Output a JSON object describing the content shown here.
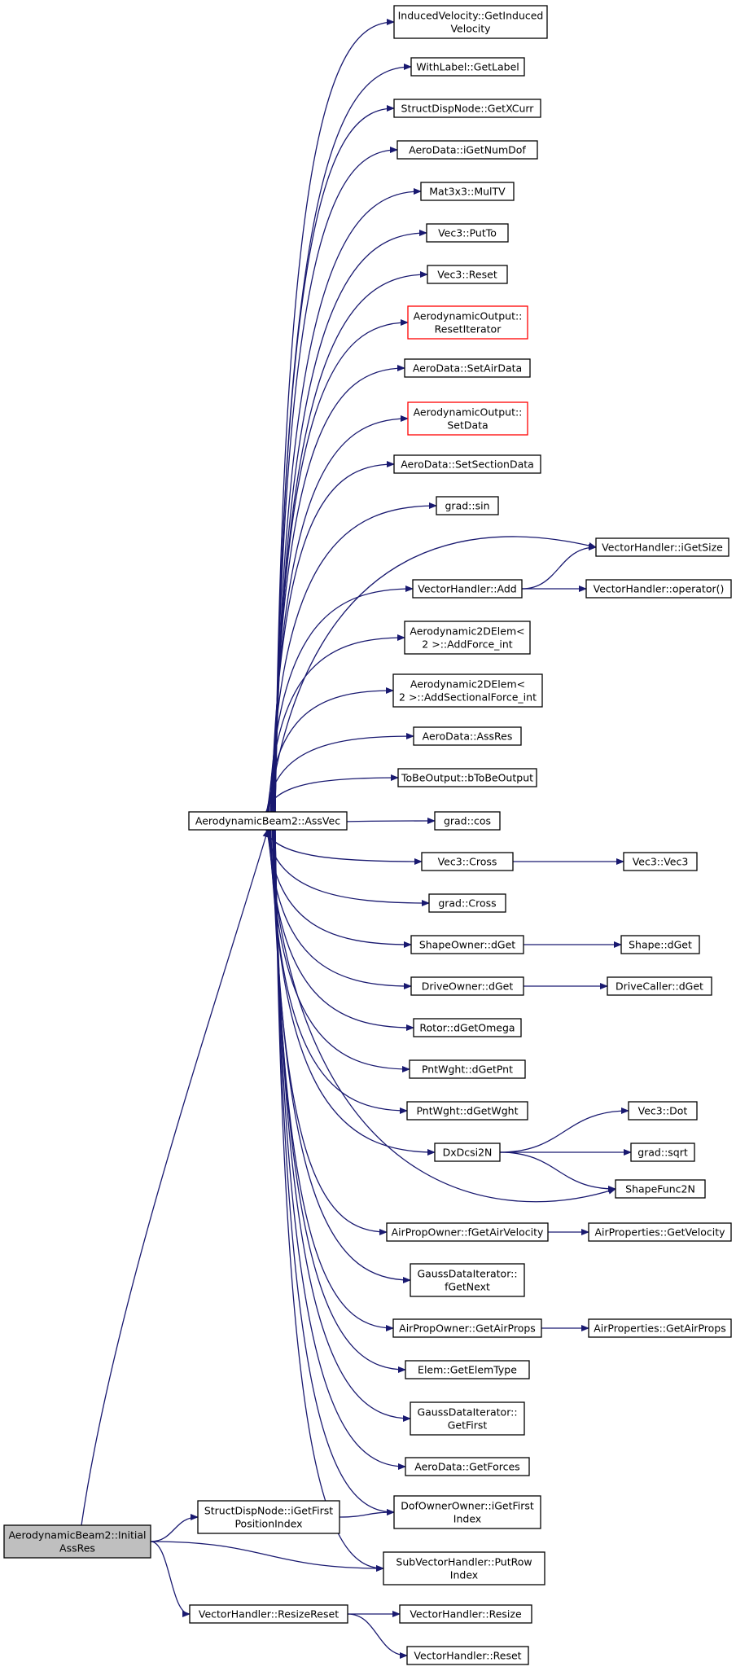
{
  "colors": {
    "edge": "#191970",
    "node_border": "#000000",
    "node_border_undocumented": "#ff0000",
    "node_fill": "#ffffff",
    "root_fill": "#bfbfbf"
  },
  "nodes": [
    {
      "id": "root",
      "lines": [
        "AerodynamicBeam2::Initial",
        "AssRes"
      ],
      "root": true
    },
    {
      "id": "assvec",
      "lines": [
        "AerodynamicBeam2::AssVec"
      ]
    },
    {
      "id": "istructfirst",
      "lines": [
        "StructDispNode::iGetFirst",
        "PositionIndex"
      ]
    },
    {
      "id": "resizereset",
      "lines": [
        "VectorHandler::ResizeReset"
      ]
    },
    {
      "id": "putrowindex",
      "lines": [
        "SubVectorHandler::PutRow",
        "Index"
      ]
    },
    {
      "id": "dofowner",
      "lines": [
        "DofOwnerOwner::iGetFirst",
        "Index"
      ]
    },
    {
      "id": "vh_resize",
      "lines": [
        "VectorHandler::Resize"
      ]
    },
    {
      "id": "vh_reset",
      "lines": [
        "VectorHandler::Reset"
      ]
    },
    {
      "id": "induced",
      "lines": [
        "InducedVelocity::GetInduced",
        "Velocity"
      ]
    },
    {
      "id": "getlabel",
      "lines": [
        "WithLabel::GetLabel"
      ]
    },
    {
      "id": "getxcurr",
      "lines": [
        "StructDispNode::GetXCurr"
      ]
    },
    {
      "id": "inumdof",
      "lines": [
        "AeroData::iGetNumDof"
      ]
    },
    {
      "id": "multv",
      "lines": [
        "Mat3x3::MulTV"
      ]
    },
    {
      "id": "putto",
      "lines": [
        "Vec3::PutTo"
      ]
    },
    {
      "id": "v3reset",
      "lines": [
        "Vec3::Reset"
      ]
    },
    {
      "id": "resetiter",
      "lines": [
        "AerodynamicOutput::",
        "ResetIterator"
      ],
      "undocumented": true
    },
    {
      "id": "setairdata",
      "lines": [
        "AeroData::SetAirData"
      ]
    },
    {
      "id": "setdata",
      "lines": [
        "AerodynamicOutput::",
        "SetData"
      ],
      "undocumented": true
    },
    {
      "id": "setsection",
      "lines": [
        "AeroData::SetSectionData"
      ]
    },
    {
      "id": "gradsin",
      "lines": [
        "grad::sin"
      ]
    },
    {
      "id": "igetsize",
      "lines": [
        "VectorHandler::iGetSize"
      ]
    },
    {
      "id": "vh_add",
      "lines": [
        "VectorHandler::Add"
      ]
    },
    {
      "id": "vh_op",
      "lines": [
        "VectorHandler::operator()"
      ]
    },
    {
      "id": "addforce",
      "lines": [
        "Aerodynamic2DElem<",
        "2 >::AddForce_int"
      ]
    },
    {
      "id": "addsectional",
      "lines": [
        "Aerodynamic2DElem<",
        "2 >::AddSectionalForce_int"
      ]
    },
    {
      "id": "assres",
      "lines": [
        "AeroData::AssRes"
      ]
    },
    {
      "id": "btobe",
      "lines": [
        "ToBeOutput::bToBeOutput"
      ]
    },
    {
      "id": "gradcos",
      "lines": [
        "grad::cos"
      ]
    },
    {
      "id": "v3cross",
      "lines": [
        "Vec3::Cross"
      ]
    },
    {
      "id": "v3v3",
      "lines": [
        "Vec3::Vec3"
      ]
    },
    {
      "id": "gradcross",
      "lines": [
        "grad::Cross"
      ]
    },
    {
      "id": "shapeowner",
      "lines": [
        "ShapeOwner::dGet"
      ]
    },
    {
      "id": "shapedget",
      "lines": [
        "Shape::dGet"
      ]
    },
    {
      "id": "driveowner",
      "lines": [
        "DriveOwner::dGet"
      ]
    },
    {
      "id": "drivecaller",
      "lines": [
        "DriveCaller::dGet"
      ]
    },
    {
      "id": "rotoromega",
      "lines": [
        "Rotor::dGetOmega"
      ]
    },
    {
      "id": "pntwght_pnt",
      "lines": [
        "PntWght::dGetPnt"
      ]
    },
    {
      "id": "pntwght_wght",
      "lines": [
        "PntWght::dGetWght"
      ]
    },
    {
      "id": "dxdcsi",
      "lines": [
        "DxDcsi2N"
      ]
    },
    {
      "id": "v3dot",
      "lines": [
        "Vec3::Dot"
      ]
    },
    {
      "id": "gradsqrt",
      "lines": [
        "grad::sqrt"
      ]
    },
    {
      "id": "shapefunc",
      "lines": [
        "ShapeFunc2N"
      ]
    },
    {
      "id": "fgetairvel",
      "lines": [
        "AirPropOwner::fGetAirVelocity"
      ]
    },
    {
      "id": "airvel",
      "lines": [
        "AirProperties::GetVelocity"
      ]
    },
    {
      "id": "fgetnext",
      "lines": [
        "GaussDataIterator::",
        "fGetNext"
      ]
    },
    {
      "id": "getairprops_owner",
      "lines": [
        "AirPropOwner::GetAirProps"
      ]
    },
    {
      "id": "getairprops",
      "lines": [
        "AirProperties::GetAirProps"
      ]
    },
    {
      "id": "elemtype",
      "lines": [
        "Elem::GetElemType"
      ]
    },
    {
      "id": "getfirst",
      "lines": [
        "GaussDataIterator::",
        "GetFirst"
      ]
    },
    {
      "id": "getforces",
      "lines": [
        "AeroData::GetForces"
      ]
    }
  ],
  "edges": [
    [
      "root",
      "assvec"
    ],
    [
      "root",
      "istructfirst"
    ],
    [
      "root",
      "putrowindex"
    ],
    [
      "root",
      "resizereset"
    ],
    [
      "istructfirst",
      "dofowner"
    ],
    [
      "resizereset",
      "vh_resize"
    ],
    [
      "resizereset",
      "vh_reset"
    ],
    [
      "assvec",
      "induced"
    ],
    [
      "assvec",
      "getlabel"
    ],
    [
      "assvec",
      "getxcurr"
    ],
    [
      "assvec",
      "inumdof"
    ],
    [
      "assvec",
      "multv"
    ],
    [
      "assvec",
      "putto"
    ],
    [
      "assvec",
      "v3reset"
    ],
    [
      "assvec",
      "resetiter"
    ],
    [
      "assvec",
      "setairdata"
    ],
    [
      "assvec",
      "setdata"
    ],
    [
      "assvec",
      "setsection"
    ],
    [
      "assvec",
      "gradsin"
    ],
    [
      "assvec",
      "igetsize"
    ],
    [
      "assvec",
      "vh_add"
    ],
    [
      "assvec",
      "addforce"
    ],
    [
      "assvec",
      "addsectional"
    ],
    [
      "assvec",
      "assres"
    ],
    [
      "assvec",
      "btobe"
    ],
    [
      "assvec",
      "gradcos"
    ],
    [
      "assvec",
      "v3cross"
    ],
    [
      "assvec",
      "gradcross"
    ],
    [
      "assvec",
      "shapeowner"
    ],
    [
      "assvec",
      "driveowner"
    ],
    [
      "assvec",
      "rotoromega"
    ],
    [
      "assvec",
      "pntwght_pnt"
    ],
    [
      "assvec",
      "pntwght_wght"
    ],
    [
      "assvec",
      "dxdcsi"
    ],
    [
      "assvec",
      "shapefunc"
    ],
    [
      "assvec",
      "fgetairvel"
    ],
    [
      "assvec",
      "fgetnext"
    ],
    [
      "assvec",
      "getairprops_owner"
    ],
    [
      "assvec",
      "elemtype"
    ],
    [
      "assvec",
      "getfirst"
    ],
    [
      "assvec",
      "getforces"
    ],
    [
      "assvec",
      "dofowner"
    ],
    [
      "assvec",
      "putrowindex"
    ],
    [
      "vh_add",
      "igetsize"
    ],
    [
      "vh_add",
      "vh_op"
    ],
    [
      "v3cross",
      "v3v3"
    ],
    [
      "shapeowner",
      "shapedget"
    ],
    [
      "driveowner",
      "drivecaller"
    ],
    [
      "dxdcsi",
      "v3dot"
    ],
    [
      "dxdcsi",
      "gradsqrt"
    ],
    [
      "dxdcsi",
      "shapefunc"
    ],
    [
      "fgetairvel",
      "airvel"
    ],
    [
      "getairprops_owner",
      "getairprops"
    ]
  ]
}
